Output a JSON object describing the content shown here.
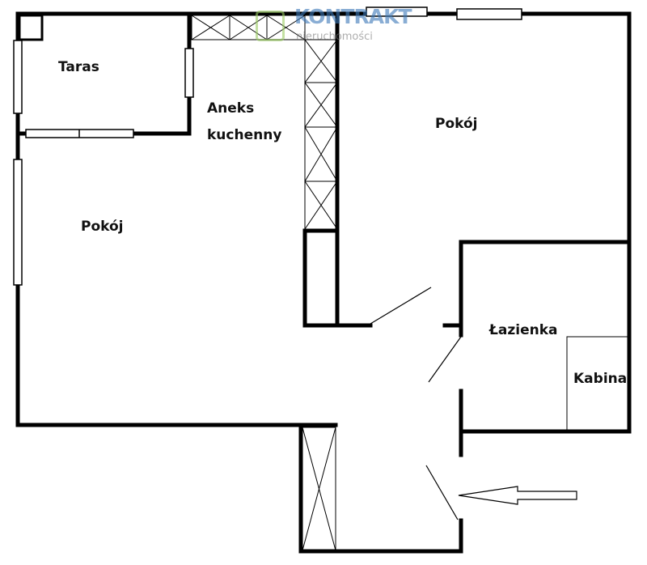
{
  "rooms": {
    "terrace": "Taras",
    "kitchen_line1": "Aneks",
    "kitchen_line2": "kuchenny",
    "room_left": "Pokój",
    "room_right": "Pokój",
    "bathroom": "Łazienka",
    "shower": "Kabina"
  },
  "logo": {
    "name": "KONTRAKT",
    "subtitle": "nieruchomości"
  },
  "colors": {
    "walls": "#000000",
    "logo_blue": "#3b78b8",
    "logo_green": "#9ccc65"
  }
}
